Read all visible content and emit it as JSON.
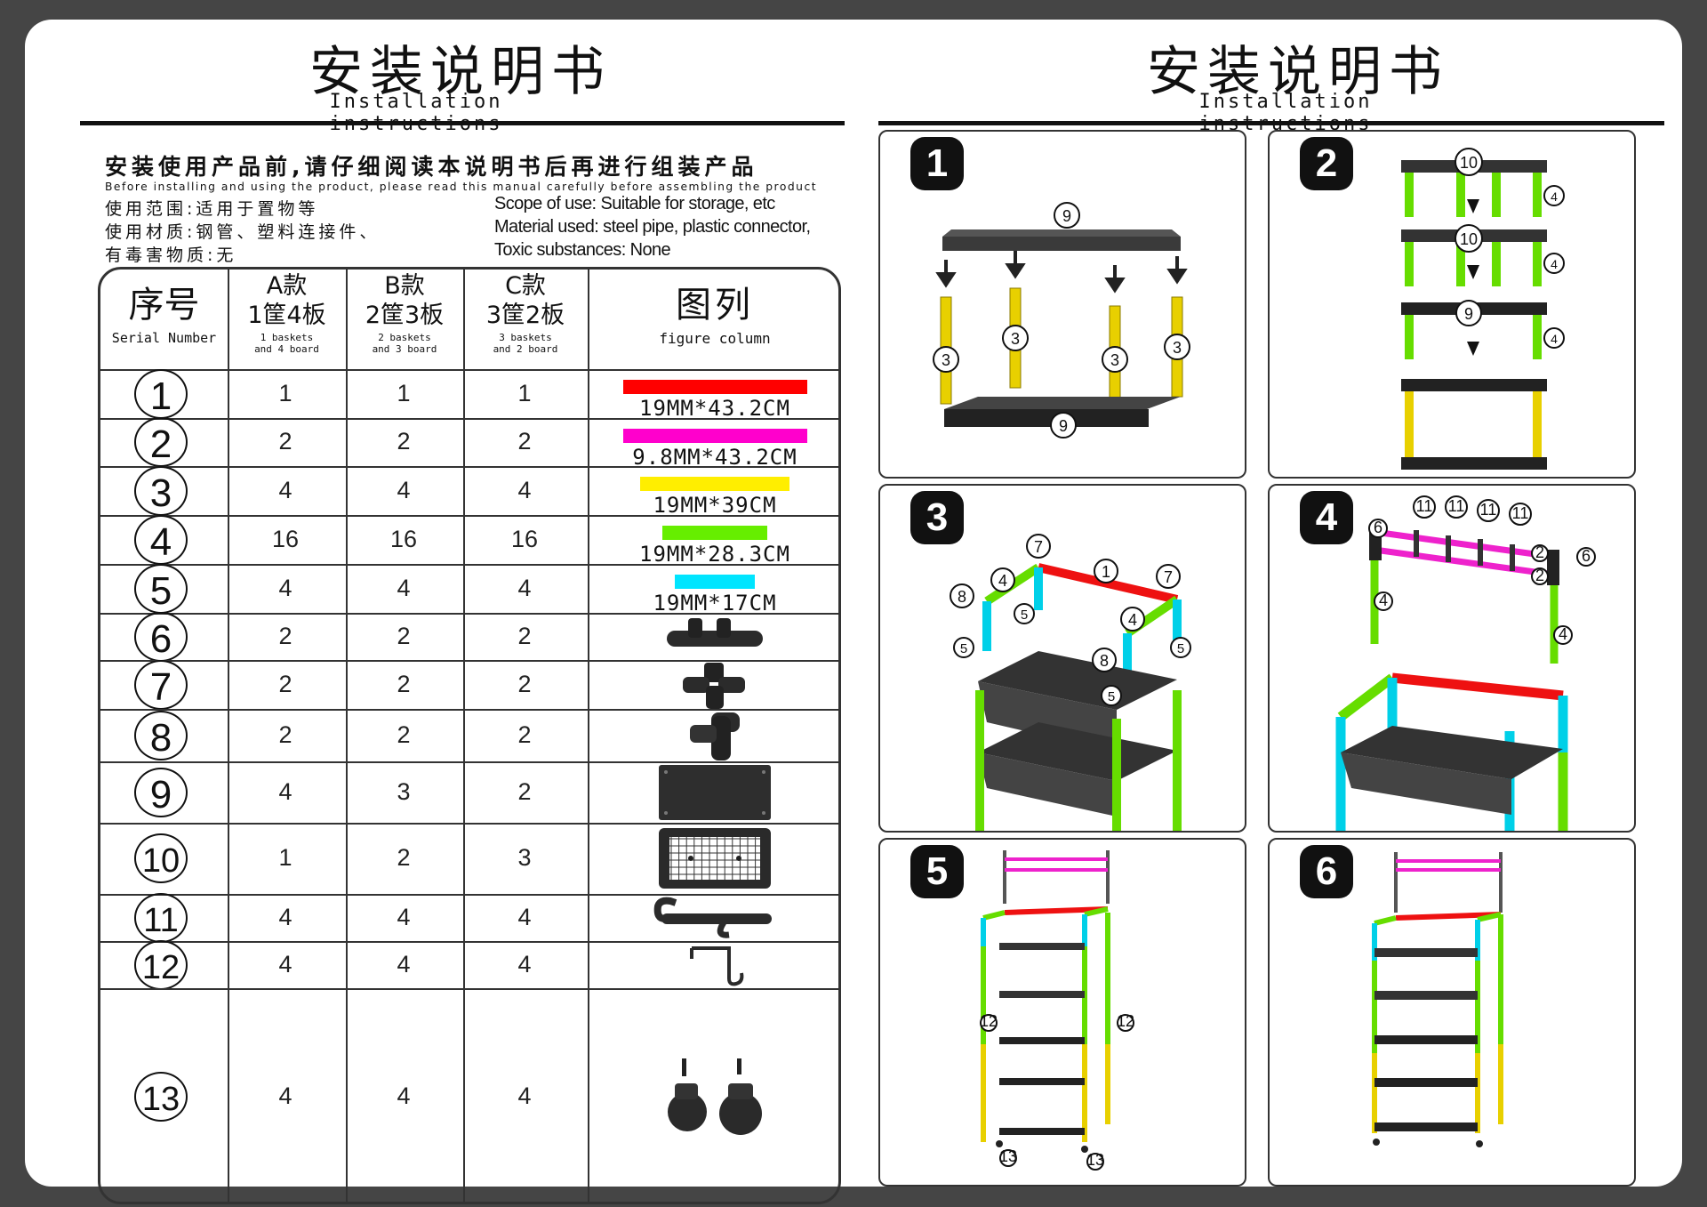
{
  "left": {
    "title_cn": "安装说明书",
    "title_en": "Installation instructions",
    "notice_cn": "安装使用产品前,请仔细阅读本说明书后再进行组装产品",
    "notice_en": "Before installing and using the product, please read this manual carefully before assembling the product",
    "scope_cn": "使用范围:适用于置物等",
    "material_cn": "使用材质:钢管、塑料连接件、",
    "toxic_cn": "有毒害物质:无",
    "scope_en": "Scope of use: Suitable for storage, etc",
    "material_en": "Material used: steel pipe, plastic connector,",
    "toxic_en": "Toxic substances: None"
  },
  "table": {
    "headers": {
      "serial_cn": "序号",
      "serial_en": "Serial Number",
      "a_cn": "A款",
      "a_cn2": "1筐4板",
      "a_en1": "1 baskets",
      "a_en2": "and 4 board",
      "b_cn": "B款",
      "b_cn2": "2筐3板",
      "b_en1": "2 baskets",
      "b_en2": "and 3 board",
      "c_cn": "C款",
      "c_cn2": "3筐2板",
      "c_en1": "3 baskets",
      "c_en2": "and 2 board",
      "fig_cn": "图列",
      "fig_en": "figure column"
    },
    "rows": [
      {
        "num": "1",
        "a": "1",
        "b": "1",
        "c": "1",
        "dim": "19MM*43.2CM",
        "color": "#ff0000",
        "bar_frac": 0.74
      },
      {
        "num": "2",
        "a": "2",
        "b": "2",
        "c": "2",
        "dim": "9.8MM*43.2CM",
        "color": "#ff00cc",
        "bar_frac": 0.74
      },
      {
        "num": "3",
        "a": "4",
        "b": "4",
        "c": "4",
        "dim": "19MM*39CM",
        "color": "#ffee00",
        "bar_frac": 0.6
      },
      {
        "num": "4",
        "a": "16",
        "b": "16",
        "c": "16",
        "dim": "19MM*28.3CM",
        "color": "#66ee00",
        "bar_frac": 0.42
      },
      {
        "num": "5",
        "a": "4",
        "b": "4",
        "c": "4",
        "dim": "19MM*17CM",
        "color": "#00e5ff",
        "bar_frac": 0.32
      },
      {
        "num": "6",
        "a": "2",
        "b": "2",
        "c": "2",
        "part": "t-connector-icon"
      },
      {
        "num": "7",
        "a": "2",
        "b": "2",
        "c": "2",
        "part": "corner-connector-icon"
      },
      {
        "num": "8",
        "a": "2",
        "b": "2",
        "c": "2",
        "part": "elbow-connector-icon"
      },
      {
        "num": "9",
        "a": "4",
        "b": "3",
        "c": "2",
        "part": "board-icon"
      },
      {
        "num": "10",
        "a": "1",
        "b": "2",
        "c": "3",
        "part": "basket-icon"
      },
      {
        "num": "11",
        "a": "4",
        "b": "4",
        "c": "4",
        "part": "hook-bar-icon"
      },
      {
        "num": "12",
        "a": "4",
        "b": "4",
        "c": "4",
        "part": "s-hook-icon"
      },
      {
        "num": "13",
        "a": "4",
        "b": "4",
        "c": "4",
        "part": "caster-wheel-icon"
      }
    ]
  },
  "right": {
    "title_cn": "安装说明书",
    "title_en": "Installation instructions",
    "steps": [
      "1",
      "2",
      "3",
      "4",
      "5",
      "6"
    ]
  }
}
